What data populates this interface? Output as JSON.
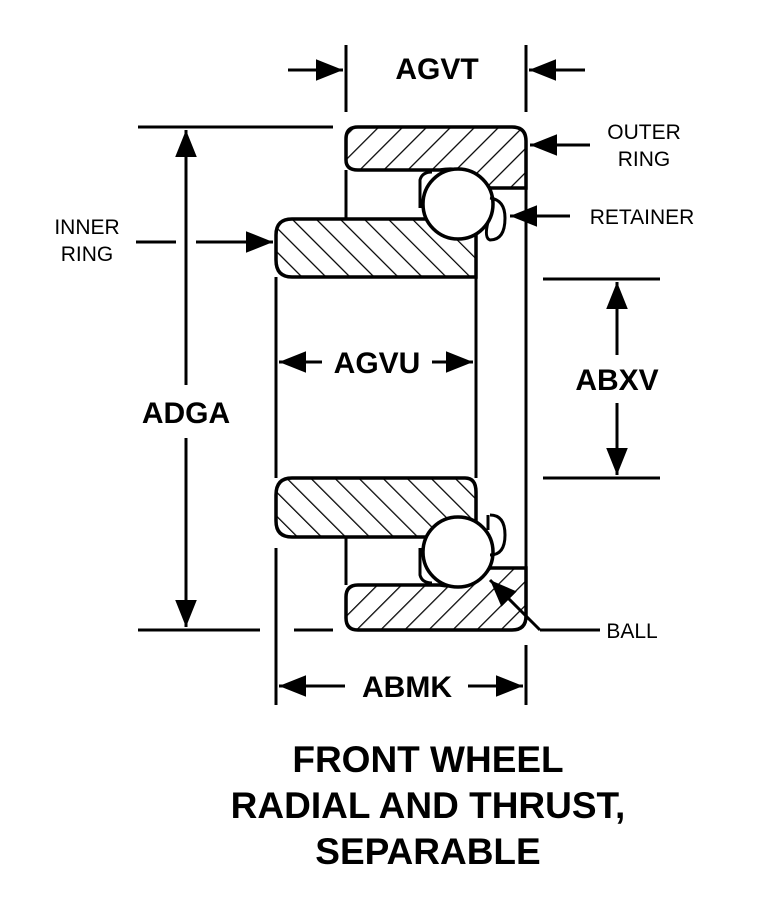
{
  "diagram": {
    "dimensions": {
      "outer_ring_width": "AGVT",
      "bore_diameter": "AGVU",
      "outside_diameter": "ADGA",
      "overall_width": "ABMK",
      "ball_pitch_offset": "ABXV"
    },
    "callouts": {
      "outer_ring_line1": "OUTER",
      "outer_ring_line2": "RING",
      "inner_ring_line1": "INNER",
      "inner_ring_line2": "RING",
      "retainer": "RETAINER",
      "ball": "BALL"
    },
    "title": {
      "line1": "FRONT WHEEL",
      "line2": "RADIAL AND THRUST,",
      "line3": "SEPARABLE"
    },
    "colors": {
      "ink": "#000000",
      "paper": "#ffffff"
    }
  }
}
